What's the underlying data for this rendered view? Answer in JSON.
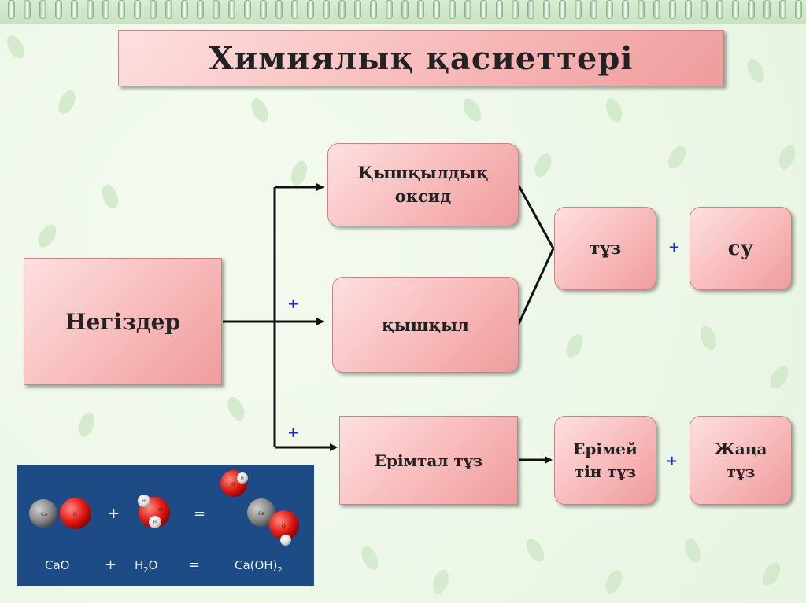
{
  "title": "Химиялық қасиеттері",
  "boxes": {
    "bases": "Негіздер",
    "acidic_oxide": [
      "Қышқылдық",
      "оксид"
    ],
    "acid": "қышқыл",
    "soluble_salt": "Ерімтал тұз",
    "salt": "тұз",
    "water": "су",
    "insoluble_salt": [
      "Ерімей",
      "тін тұз"
    ],
    "new_base": [
      "Жаңа",
      "тұз"
    ]
  },
  "plus_sign": "+",
  "reaction": {
    "molecule_labels": {
      "ca": "Ca",
      "o": "O",
      "h": "H"
    },
    "operators": {
      "plus": "+",
      "equals": "="
    },
    "terms": {
      "reactant1": "CaO",
      "reactant2_main": "H",
      "reactant2_sub": "2",
      "reactant2_tail": "O",
      "product_main": "Ca(OH)",
      "product_sub": "2"
    }
  }
}
